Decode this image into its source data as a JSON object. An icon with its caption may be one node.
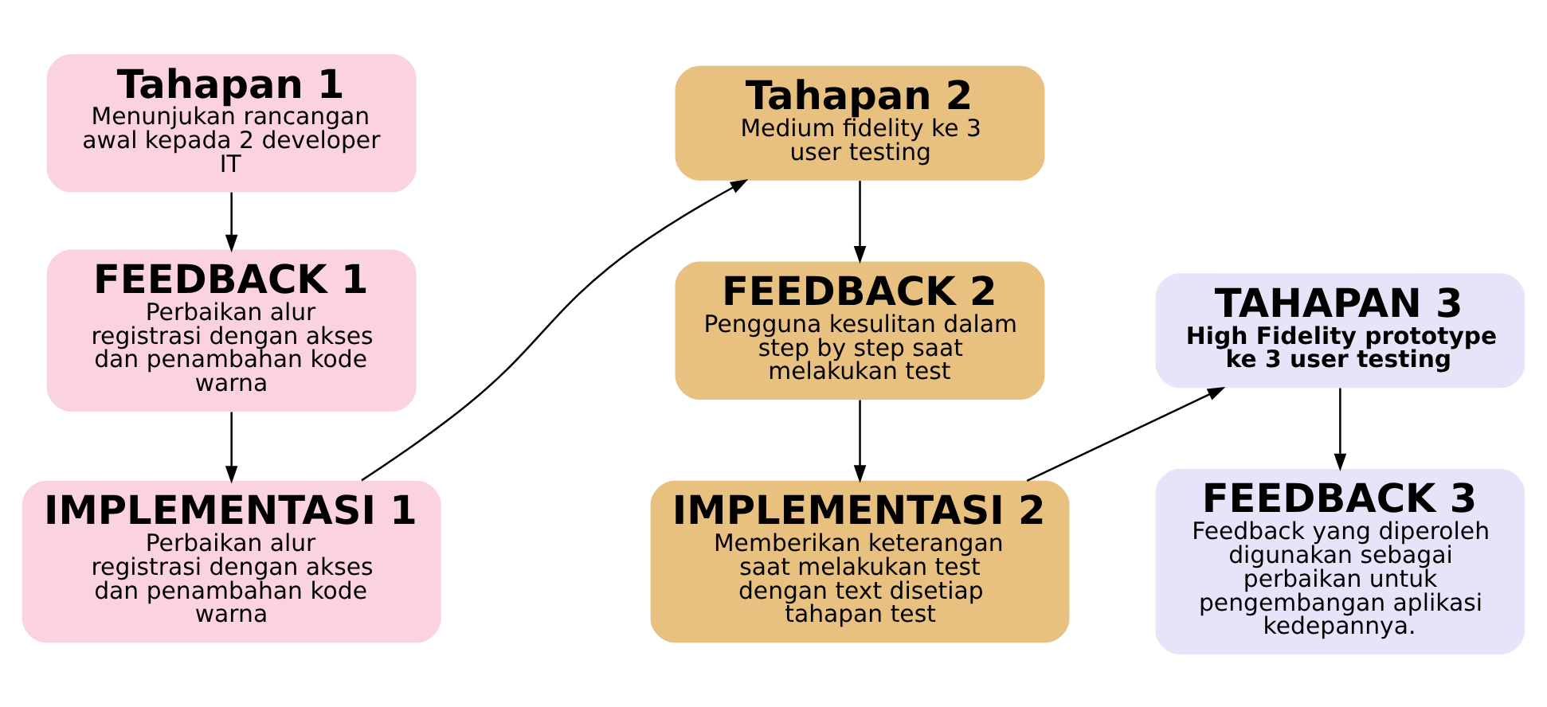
{
  "diagram": {
    "nodes": [
      {
        "text": [
          "Tahapan 1",
          "Menunjukan rancangan awal kepada 2 developer IT"
        ]
      },
      {
        "text": [
          "FEEDBACK 1",
          "Perbaikan alur registrasi dengan akses dan penambahan kode warna"
        ]
      },
      {
        "text": [
          "IMPLEMENTASI 1",
          "Perbaikan alur registrasi dengan akses dan penambahan kode warna"
        ]
      },
      {
        "text": [
          "Tahapan 2",
          "Medium fidelity ke 3 user testing"
        ]
      },
      {
        "text": [
          "FEEDBACK 2",
          "Pengguna kesulitan dalam step by step saat melakukan test"
        ]
      },
      {
        "text": [
          "IMPLEMENTASI 2",
          "Memberikan keterangan saat melakukan test dengan text disetiap tahapan test"
        ]
      },
      {
        "text": [
          "TAHAPAN 3",
          "High Fidelity prototype ke 3 user testing"
        ]
      },
      {
        "text": [
          "FEEDBACK 3",
          "Feedback yang diperoleh digunakan sebagai perbaikan untuk pengembangan aplikasi kedepannya."
        ]
      }
    ],
    "edges": [
      {
        "from": 0,
        "to": 1,
        "arrow": "to"
      },
      {
        "from": 1,
        "to": 2,
        "arrow": "to"
      },
      {
        "from": 2,
        "to": 3,
        "arrow": "to"
      },
      {
        "from": 3,
        "to": 4,
        "arrow": "to"
      },
      {
        "from": 4,
        "to": 5,
        "arrow": "to"
      },
      {
        "from": 5,
        "to": 6,
        "arrow": "to"
      },
      {
        "from": 6,
        "to": 7,
        "arrow": "to"
      }
    ]
  }
}
